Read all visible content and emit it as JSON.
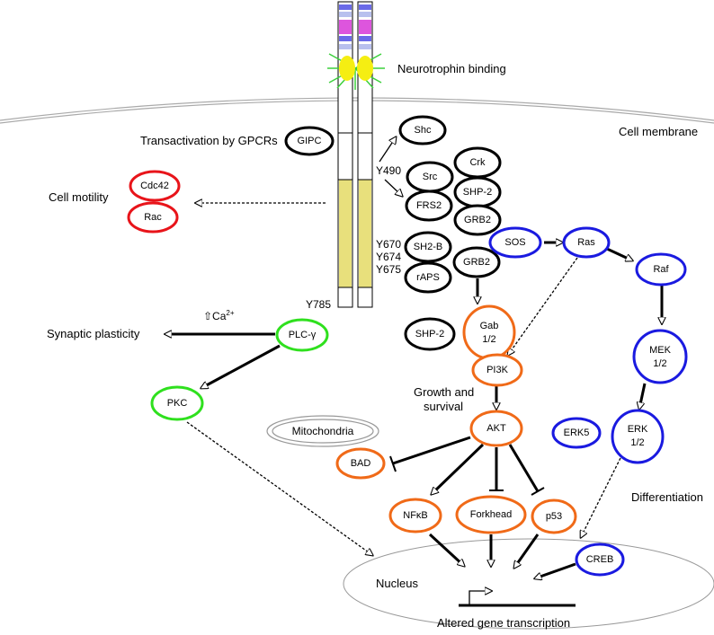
{
  "colors": {
    "black": "#000000",
    "red": "#e8141a",
    "blue": "#1a1ae0",
    "orange": "#f06a18",
    "green": "#2fe01e",
    "gray": "#9a9a9a",
    "receptor_fill": "#e8e07c",
    "receptor_magenta": "#dd55dd",
    "receptor_blue": "#6a6ae8",
    "receptor_lightblue": "#b8c0ee",
    "ligand": "#f5ee12",
    "spark": "#3cd03c",
    "nucleus_stroke": "#999999"
  },
  "labels": {
    "neurotrophin_binding": "Neurotrophin binding",
    "cell_membrane": "Cell membrane",
    "transactivation": "Transactivation by GPCRs",
    "cell_motility": "Cell motility",
    "synaptic_plasticity": "Synaptic plasticity",
    "calcium_prefix": "⇧Ca",
    "calcium_sup": "2+",
    "growth_survival_1": "Growth and",
    "growth_survival_2": "survival",
    "differentiation": "Differentiation",
    "nucleus": "Nucleus",
    "altered_transcription": "Altered gene transcription",
    "mitochondria": "Mitochondria",
    "y490": "Y490",
    "y670": "Y670",
    "y674": "Y674",
    "y675": "Y675",
    "y785": "Y785"
  },
  "nodes": {
    "gipc": "GIPC",
    "shc": "Shc",
    "src": "Src",
    "crk": "Crk",
    "frs2": "FRS2",
    "shp2_top": "SHP-2",
    "grb2_top": "GRB2",
    "sh2b": "SH2-B",
    "grb2_mid": "GRB2",
    "raps": "rAPS",
    "shp2_bottom": "SHP-2",
    "cdc42": "Cdc42",
    "rac": "Rac",
    "sos": "SOS",
    "ras": "Ras",
    "raf": "Raf",
    "mek_1": "MEK",
    "mek_2": "1/2",
    "erk5": "ERK5",
    "erk_1": "ERK",
    "erk_2": "1/2",
    "creb": "CREB",
    "gab_1": "Gab",
    "gab_2": "1/2",
    "pi3k": "PI3K",
    "akt": "AKT",
    "bad": "BAD",
    "nfkb": "NFκB",
    "forkhead": "Forkhead",
    "p53": "p53",
    "plcg": "PLC-γ",
    "pkc": "PKC"
  }
}
